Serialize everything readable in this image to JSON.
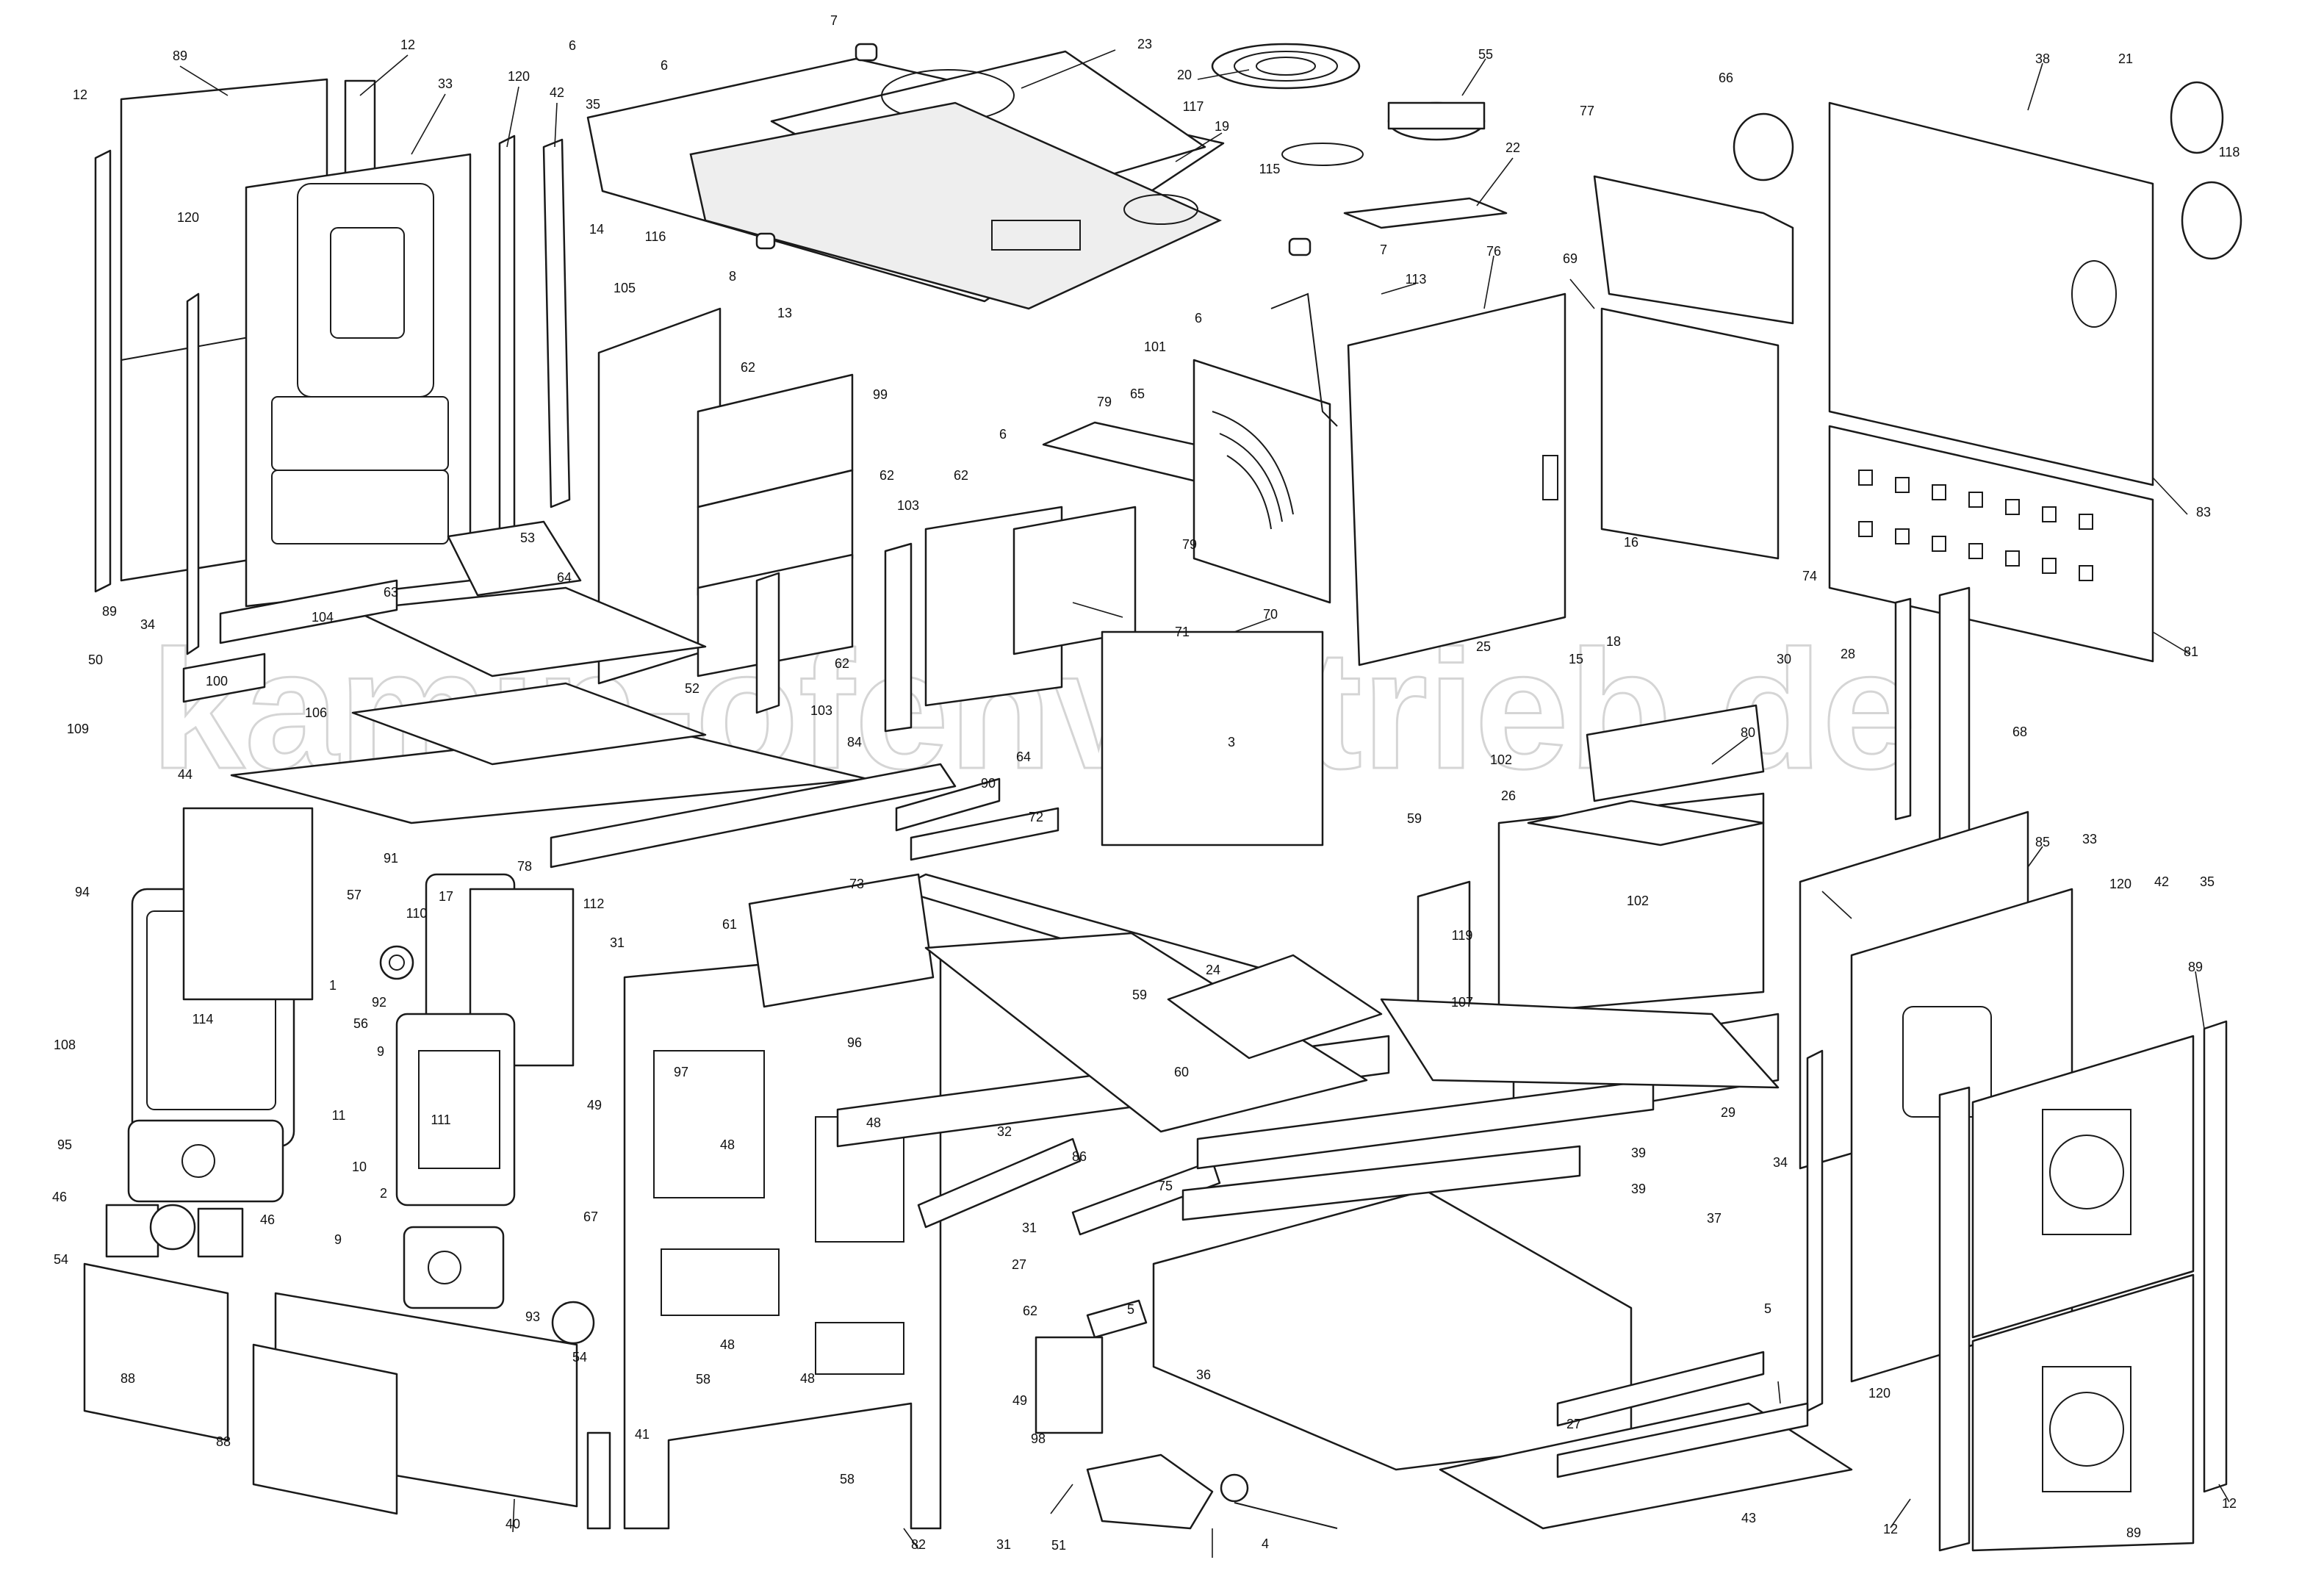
{
  "watermark": "kamin-ofenvertrieb.de",
  "callouts": [
    {
      "id": "c89a",
      "text": "89"
    },
    {
      "id": "c12a",
      "text": "12"
    },
    {
      "id": "c12b",
      "text": "12"
    },
    {
      "id": "c33a",
      "text": "33"
    },
    {
      "id": "c120a",
      "text": "120"
    },
    {
      "id": "c42a",
      "text": "42"
    },
    {
      "id": "c35a",
      "text": "35"
    },
    {
      "id": "c6a",
      "text": "6"
    },
    {
      "id": "c6b",
      "text": "6"
    },
    {
      "id": "c7a",
      "text": "7"
    },
    {
      "id": "c23",
      "text": "23"
    },
    {
      "id": "c20",
      "text": "20"
    },
    {
      "id": "c55",
      "text": "55"
    },
    {
      "id": "c117",
      "text": "117"
    },
    {
      "id": "c19",
      "text": "19"
    },
    {
      "id": "c115",
      "text": "115"
    },
    {
      "id": "c22",
      "text": "22"
    },
    {
      "id": "c7b",
      "text": "7"
    },
    {
      "id": "c120b",
      "text": "120"
    },
    {
      "id": "c14",
      "text": "14"
    },
    {
      "id": "c116",
      "text": "116"
    },
    {
      "id": "c8",
      "text": "8"
    },
    {
      "id": "c13",
      "text": "13"
    },
    {
      "id": "c6c",
      "text": "6"
    },
    {
      "id": "c6d",
      "text": "6"
    },
    {
      "id": "c113",
      "text": "113"
    },
    {
      "id": "c66",
      "text": "66"
    },
    {
      "id": "c77",
      "text": "77"
    },
    {
      "id": "c38",
      "text": "38"
    },
    {
      "id": "c21",
      "text": "21"
    },
    {
      "id": "c118",
      "text": "118"
    },
    {
      "id": "c76",
      "text": "76"
    },
    {
      "id": "c69",
      "text": "69"
    },
    {
      "id": "c105",
      "text": "105"
    },
    {
      "id": "c62a",
      "text": "62"
    },
    {
      "id": "c99",
      "text": "99"
    },
    {
      "id": "c79a",
      "text": "79"
    },
    {
      "id": "c65",
      "text": "65"
    },
    {
      "id": "c101",
      "text": "101"
    },
    {
      "id": "c62b",
      "text": "62"
    },
    {
      "id": "c62c",
      "text": "62"
    },
    {
      "id": "c103a",
      "text": "103"
    },
    {
      "id": "c79b",
      "text": "79"
    },
    {
      "id": "c53",
      "text": "53"
    },
    {
      "id": "c64a",
      "text": "64"
    },
    {
      "id": "c63",
      "text": "63"
    },
    {
      "id": "c52",
      "text": "52"
    },
    {
      "id": "c103b",
      "text": "103"
    },
    {
      "id": "c62d",
      "text": "62"
    },
    {
      "id": "c71",
      "text": "71"
    },
    {
      "id": "c70",
      "text": "70"
    },
    {
      "id": "c16",
      "text": "16"
    },
    {
      "id": "c74",
      "text": "74"
    },
    {
      "id": "c83",
      "text": "83"
    },
    {
      "id": "c81",
      "text": "81"
    },
    {
      "id": "c89b",
      "text": "89"
    },
    {
      "id": "c34a",
      "text": "34"
    },
    {
      "id": "c104",
      "text": "104"
    },
    {
      "id": "c50",
      "text": "50"
    },
    {
      "id": "c100",
      "text": "100"
    },
    {
      "id": "c106",
      "text": "106"
    },
    {
      "id": "c18",
      "text": "18"
    },
    {
      "id": "c25",
      "text": "25"
    },
    {
      "id": "c15",
      "text": "15"
    },
    {
      "id": "c30",
      "text": "30"
    },
    {
      "id": "c28",
      "text": "28"
    },
    {
      "id": "c68",
      "text": "68"
    },
    {
      "id": "c109",
      "text": "109"
    },
    {
      "id": "c64b",
      "text": "64"
    },
    {
      "id": "c84",
      "text": "84"
    },
    {
      "id": "c3",
      "text": "3"
    },
    {
      "id": "c80",
      "text": "80"
    },
    {
      "id": "c102a",
      "text": "102"
    },
    {
      "id": "c44",
      "text": "44"
    },
    {
      "id": "c90",
      "text": "90"
    },
    {
      "id": "c26",
      "text": "26"
    },
    {
      "id": "c102b",
      "text": "102"
    },
    {
      "id": "c85",
      "text": "85"
    },
    {
      "id": "c91",
      "text": "91"
    },
    {
      "id": "c78",
      "text": "78"
    },
    {
      "id": "c72",
      "text": "72"
    },
    {
      "id": "c59a",
      "text": "59"
    },
    {
      "id": "c33b",
      "text": "33"
    },
    {
      "id": "c94",
      "text": "94"
    },
    {
      "id": "c57",
      "text": "57"
    },
    {
      "id": "c17",
      "text": "17"
    },
    {
      "id": "c112",
      "text": "112"
    },
    {
      "id": "c73",
      "text": "73"
    },
    {
      "id": "c120c",
      "text": "120"
    },
    {
      "id": "c42b",
      "text": "42"
    },
    {
      "id": "c35b",
      "text": "35"
    },
    {
      "id": "c110",
      "text": "110"
    },
    {
      "id": "c31a",
      "text": "31"
    },
    {
      "id": "c61",
      "text": "61"
    },
    {
      "id": "c119",
      "text": "119"
    },
    {
      "id": "c1",
      "text": "1"
    },
    {
      "id": "c59b",
      "text": "59"
    },
    {
      "id": "c24",
      "text": "24"
    },
    {
      "id": "c89c",
      "text": "89"
    },
    {
      "id": "c92",
      "text": "92"
    },
    {
      "id": "c114",
      "text": "114"
    },
    {
      "id": "c107",
      "text": "107"
    },
    {
      "id": "c56",
      "text": "56"
    },
    {
      "id": "c9a",
      "text": "9"
    },
    {
      "id": "c96",
      "text": "96"
    },
    {
      "id": "c60",
      "text": "60"
    },
    {
      "id": "c108",
      "text": "108"
    },
    {
      "id": "c49a",
      "text": "49"
    },
    {
      "id": "c97",
      "text": "97"
    },
    {
      "id": "c29",
      "text": "29"
    },
    {
      "id": "c11",
      "text": "11"
    },
    {
      "id": "c111",
      "text": "111"
    },
    {
      "id": "c32",
      "text": "32"
    },
    {
      "id": "c48a",
      "text": "48"
    },
    {
      "id": "c48b",
      "text": "48"
    },
    {
      "id": "c95",
      "text": "95"
    },
    {
      "id": "c10",
      "text": "10"
    },
    {
      "id": "c86",
      "text": "86"
    },
    {
      "id": "c75",
      "text": "75"
    },
    {
      "id": "c39a",
      "text": "39"
    },
    {
      "id": "c39b",
      "text": "39"
    },
    {
      "id": "c34b",
      "text": "34"
    },
    {
      "id": "c2",
      "text": "2"
    },
    {
      "id": "c46a",
      "text": "46"
    },
    {
      "id": "c46b",
      "text": "46"
    },
    {
      "id": "c67",
      "text": "67"
    },
    {
      "id": "c31b",
      "text": "31"
    },
    {
      "id": "c37",
      "text": "37"
    },
    {
      "id": "c9b",
      "text": "9"
    },
    {
      "id": "c54a",
      "text": "54"
    },
    {
      "id": "c27a",
      "text": "27"
    },
    {
      "id": "c5a",
      "text": "5"
    },
    {
      "id": "c93",
      "text": "93"
    },
    {
      "id": "c62e",
      "text": "62"
    },
    {
      "id": "c54b",
      "text": "54"
    },
    {
      "id": "c48c",
      "text": "48"
    },
    {
      "id": "c36",
      "text": "36"
    },
    {
      "id": "c5b",
      "text": "5"
    },
    {
      "id": "c88a",
      "text": "88"
    },
    {
      "id": "c58a",
      "text": "58"
    },
    {
      "id": "c48d",
      "text": "48"
    },
    {
      "id": "c49b",
      "text": "49"
    },
    {
      "id": "c120d",
      "text": "120"
    },
    {
      "id": "c88b",
      "text": "88"
    },
    {
      "id": "c27b",
      "text": "27"
    },
    {
      "id": "c41",
      "text": "41"
    },
    {
      "id": "c98",
      "text": "98"
    },
    {
      "id": "c40",
      "text": "40"
    },
    {
      "id": "c58b",
      "text": "58"
    },
    {
      "id": "c51",
      "text": "51"
    },
    {
      "id": "c4",
      "text": "4"
    },
    {
      "id": "c43",
      "text": "43"
    },
    {
      "id": "c31c",
      "text": "31"
    },
    {
      "id": "c82",
      "text": "82"
    },
    {
      "id": "c12c",
      "text": "12"
    },
    {
      "id": "c89d",
      "text": "89"
    },
    {
      "id": "c12d",
      "text": "12"
    }
  ]
}
